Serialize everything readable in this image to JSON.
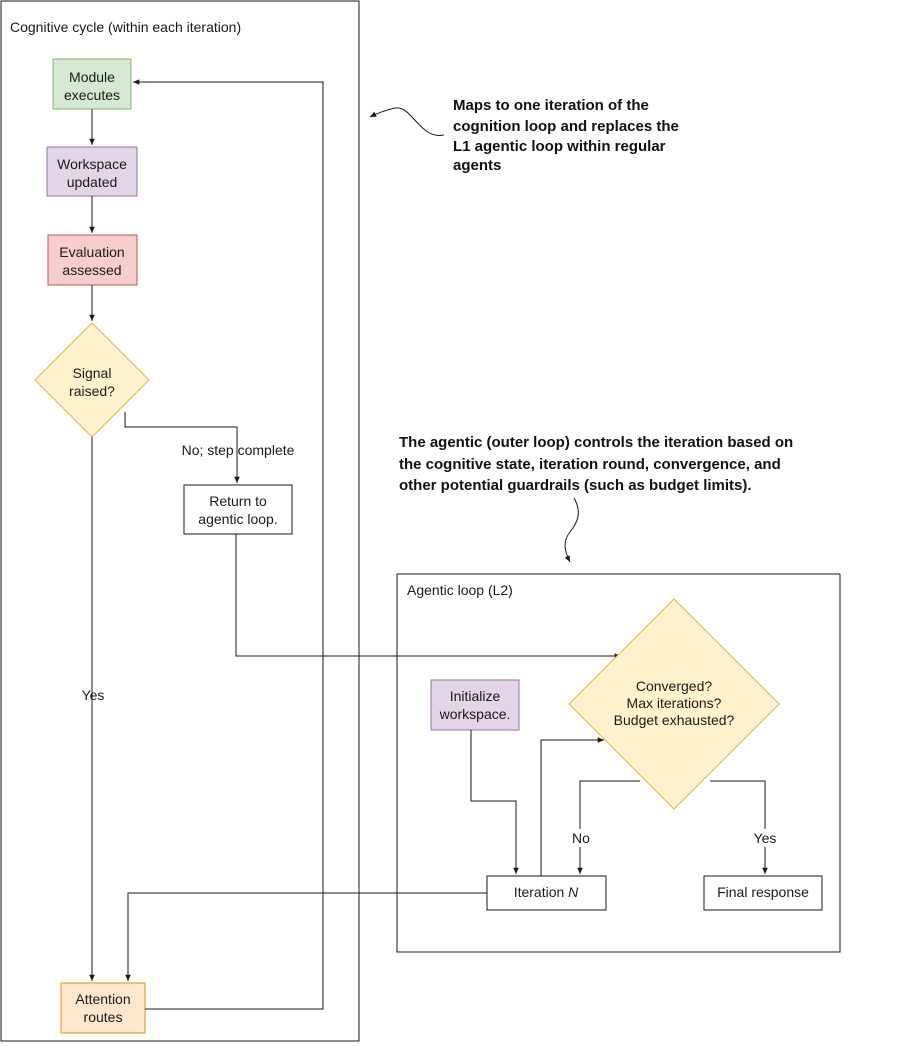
{
  "cognitive_cycle": {
    "title": "Cognitive cycle (within each iteration)",
    "module_executes": [
      "Module",
      "executes"
    ],
    "workspace_updated": [
      "Workspace",
      "updated"
    ],
    "evaluation_assessed": [
      "Evaluation",
      "assessed"
    ],
    "signal_raised": [
      "Signal",
      "raised?"
    ],
    "no_label": "No; step complete",
    "return_to_agentic": [
      "Return to",
      "agentic loop."
    ],
    "yes_label": "Yes",
    "attention_routes": [
      "Attention",
      "routes"
    ]
  },
  "agentic_loop": {
    "title": "Agentic loop (L2)",
    "initialize_workspace": [
      "Initialize",
      "workspace."
    ],
    "converged_check": [
      "Converged?",
      "Max iterations?",
      "Budget exhausted?"
    ],
    "no_label": "No",
    "yes_label": "Yes",
    "iteration_prefix": "Iteration ",
    "iteration_var": "N",
    "final_response": "Final response"
  },
  "annotations": {
    "maps_note": [
      "Maps to one iteration of the",
      "cognition loop and replaces the",
      "L1 agentic loop within regular",
      "agents"
    ],
    "outer_note": [
      "The agentic (outer loop) controls the iteration based on",
      "the cognitive state, iteration round, convergence, and",
      "other potential guardrails (such as budget limits)."
    ]
  },
  "colors": {
    "green_fill": "#d5e8d4",
    "green_stroke": "#82b366",
    "purple_fill": "#e1d5e7",
    "purple_stroke": "#9673a6",
    "red_fill": "#f8cecc",
    "red_stroke": "#b85450",
    "yellow_fill": "#fff2cc",
    "yellow_stroke": "#d6b656",
    "orange_fill": "#ffe6cc",
    "orange_stroke": "#d79b00"
  }
}
